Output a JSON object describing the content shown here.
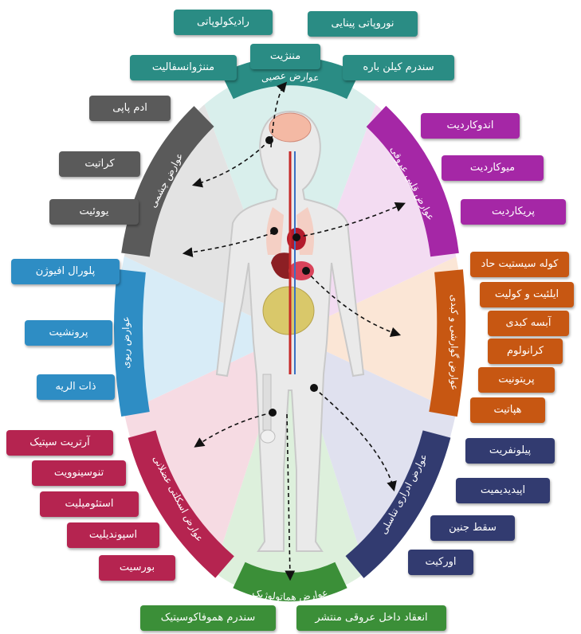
{
  "colors": {
    "neuro": "#2a8c84",
    "cardio": "#a527a6",
    "gi": "#c75712",
    "uro": "#323b70",
    "hema": "#3b8f38",
    "musculo": "#b52450",
    "pulm": "#2e8dc4",
    "eye": "#5a5a5a"
  },
  "sectors": {
    "neuro": "عوارض عصبی",
    "cardio": "عوارض قلبی عروقی",
    "gi": "عوارض گوارشی و کبدی",
    "uro": "عوارض ادراری تناسلی",
    "hema": "عوارض هماتولوژیک",
    "musculo": "عوارض اسکلتی عضلانی",
    "pulm": "عوارض ریوی",
    "eye": "عوارض چشمی"
  },
  "labels": {
    "neuro": [
      "رادیکولوپاتی",
      "نوروپاتی پینایی",
      "مننژیت",
      "مننژوانسفالیت",
      "سندرم کیلن باره"
    ],
    "cardio": [
      "اندوکاردیت",
      "میوکاردیت",
      "پریکاردیت"
    ],
    "gi": [
      "کوله سیستیت حاد",
      "ایلئیت و کولیت",
      "آبسه کبدی",
      "کرانولوم",
      "پریتونیت",
      "هپاتیت"
    ],
    "uro": [
      "پیلونفریت",
      "اپیدیدیمیت",
      "سقط جنین",
      "اورکیت"
    ],
    "hema": [
      "سندرم هموفاکوسیتیک",
      "انعقاد داخل عروقی منتشر"
    ],
    "musculo": [
      "آرتریت سپتیک",
      "تنوسینوویت",
      "استئومیلیت",
      "اسپوندیلیت",
      "بورسیت"
    ],
    "pulm": [
      "پلورال افیوژن",
      "پرونشیت",
      "ذات الریه"
    ],
    "eye": [
      "ادم پاپی",
      "کراتیت",
      "یووئیت"
    ]
  }
}
